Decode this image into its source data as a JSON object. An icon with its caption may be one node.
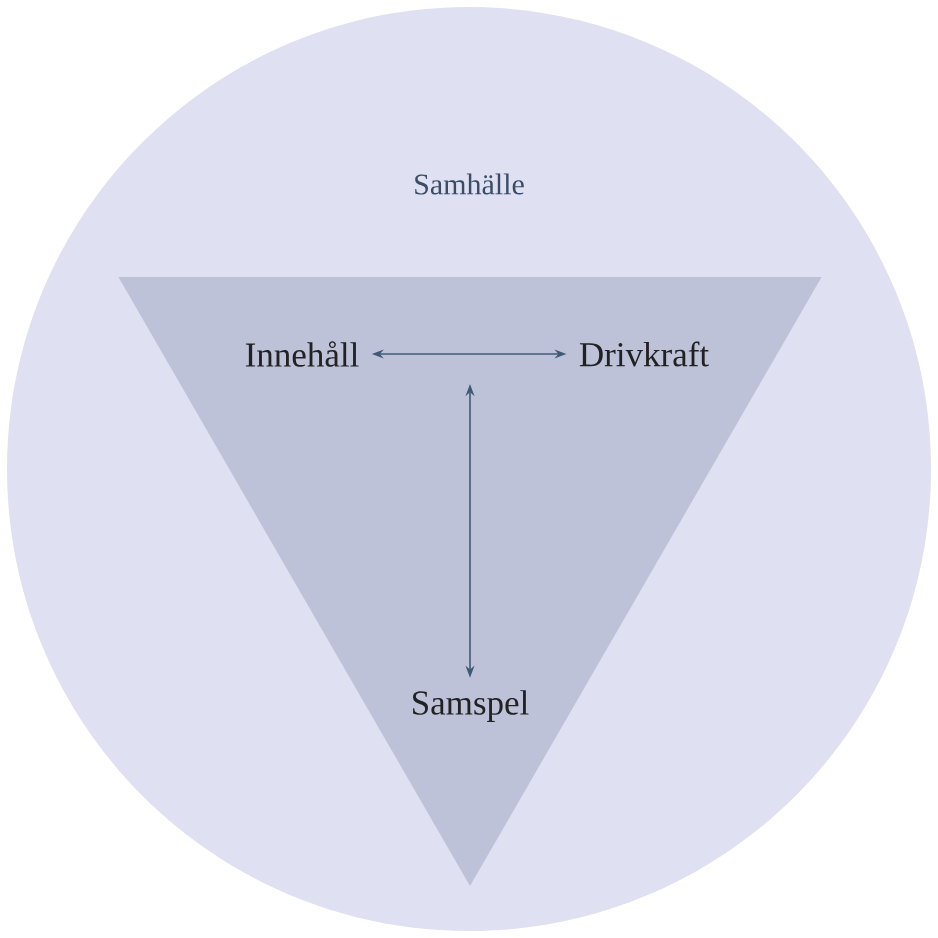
{
  "diagram": {
    "nodes": [
      {
        "text": [
          "Samhälle"
        ]
      },
      {
        "text": [],
        "shape": "triangle",
        "in": 0
      },
      {
        "text": [
          "Innehåll"
        ],
        "in": 1
      },
      {
        "text": [
          "Drivkraft"
        ],
        "in": 1
      },
      {
        "text": [
          "Samspel"
        ],
        "in": 1
      }
    ],
    "edges": [
      {
        "from": 2,
        "to": 3,
        "arrow": "both"
      },
      {
        "from": null,
        "to": 4,
        "arrow": "both"
      }
    ]
  }
}
